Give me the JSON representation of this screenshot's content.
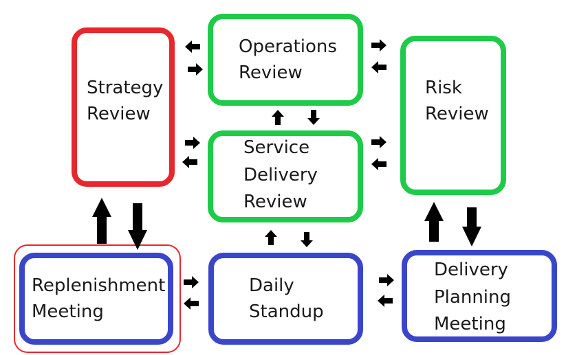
{
  "colors": {
    "strategic": "#e8262d",
    "operational": "#1ecb49",
    "team": "#3a46c9",
    "arrow": "#000000",
    "outline": "#e8262d"
  },
  "nodes": {
    "strategy_review": "Strategy\nReview",
    "operations_review": "Operations\nReview",
    "risk_review": "Risk\nReview",
    "service_delivery_review": "Service\nDelivery\nReview",
    "replenishment_meeting": "Replenishment\nMeeting",
    "daily_standup": "Daily\nStandup",
    "delivery_planning_meeting": "Delivery\nPlanning\nMeeting"
  }
}
